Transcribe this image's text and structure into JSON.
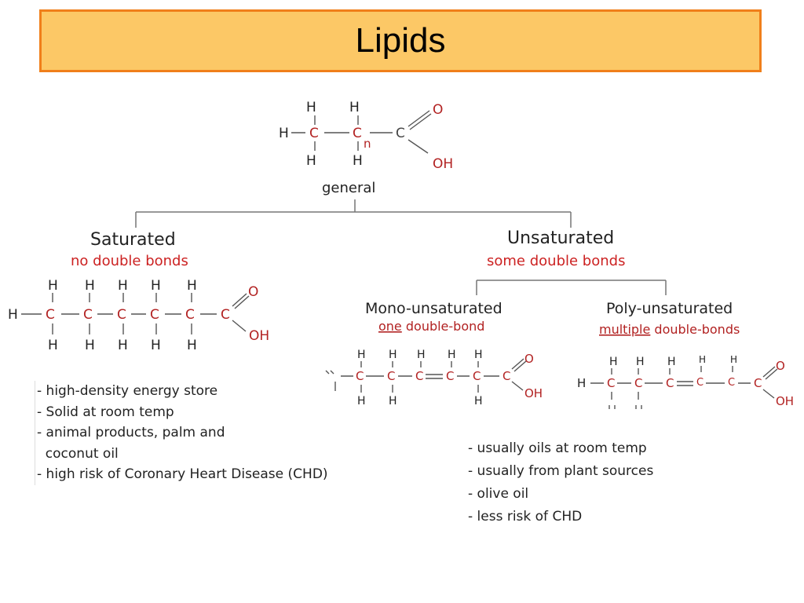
{
  "title": "Lipids",
  "general": {
    "label": "general",
    "n": "n",
    "O": "O",
    "OH": "OH"
  },
  "saturated": {
    "heading": "Saturated",
    "subtitle": "no double bonds",
    "notes": [
      "- high-density energy store",
      "- Solid at room temp",
      "- animal products, palm and",
      "  coconut oil",
      "- high risk of Coronary Heart Disease (CHD)"
    ]
  },
  "unsaturated": {
    "heading": "Unsaturated",
    "subtitle": "some double bonds",
    "mono": {
      "heading": "Mono-unsaturated",
      "subtitle_emph": "one",
      "subtitle_rest": " double-bond"
    },
    "poly": {
      "heading": "Poly-unsaturated",
      "subtitle_emph": "multiple",
      "subtitle_rest": " double-bonds"
    },
    "notes": [
      "- usually oils at room temp",
      "- usually from plant sources",
      "- olive oil",
      "- less risk of CHD"
    ]
  },
  "atoms": {
    "H": "H",
    "C": "C",
    "O": "O",
    "OH": "OH"
  }
}
